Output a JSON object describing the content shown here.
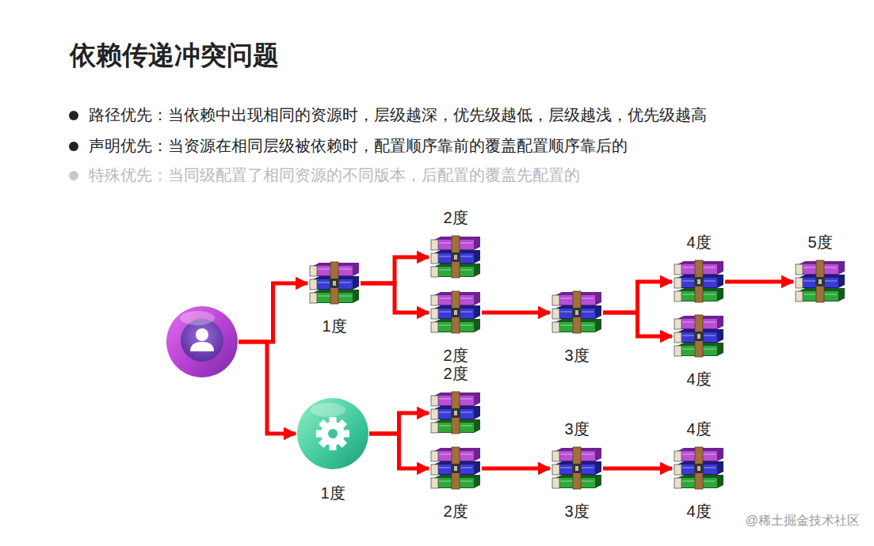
{
  "diagram": {
    "title": "依赖传递冲突问题",
    "nodes": [
      {
        "text": []
      },
      {
        "text": [
          "1度"
        ]
      },
      {
        "text": [
          "2度"
        ]
      },
      {
        "text": [
          "2度"
        ]
      },
      {
        "text": [
          "3度"
        ]
      },
      {
        "text": [
          "4度"
        ]
      },
      {
        "text": [
          "5度"
        ]
      },
      {
        "text": [
          "4度"
        ]
      },
      {
        "text": [
          "1度"
        ]
      },
      {
        "text": [
          "2度"
        ]
      },
      {
        "text": [
          "2度"
        ]
      },
      {
        "text": [
          "3度",
          "3度"
        ]
      },
      {
        "text": [
          "4度",
          "4度"
        ]
      }
    ],
    "edges": [
      {
        "from": 0,
        "to": 1,
        "arrow": "to"
      },
      {
        "from": 0,
        "to": 8,
        "arrow": "to"
      },
      {
        "from": 1,
        "to": 2,
        "arrow": "to"
      },
      {
        "from": 1,
        "to": 3,
        "arrow": "to"
      },
      {
        "from": 3,
        "to": 4,
        "arrow": "to"
      },
      {
        "from": 4,
        "to": 5,
        "arrow": "to"
      },
      {
        "from": 4,
        "to": 7,
        "arrow": "to"
      },
      {
        "from": 5,
        "to": 6,
        "arrow": "to"
      },
      {
        "from": 8,
        "to": 9,
        "arrow": "to"
      },
      {
        "from": 8,
        "to": 10,
        "arrow": "to"
      },
      {
        "from": 10,
        "to": 11,
        "arrow": "to"
      },
      {
        "from": 11,
        "to": 12,
        "arrow": "to"
      }
    ],
    "labels": [
      "路径优先：当依赖中出现相同的资源时，层级越深，优先级越低，层级越浅，优先级越高",
      "声明优先：当资源在相同层级被依赖时，配置顺序靠前的覆盖配置顺序靠后的",
      "特殊优先：当同级配置了相同资源的不同版本，后配置的覆盖先配置的",
      "@稀土掘金技术社区"
    ]
  }
}
